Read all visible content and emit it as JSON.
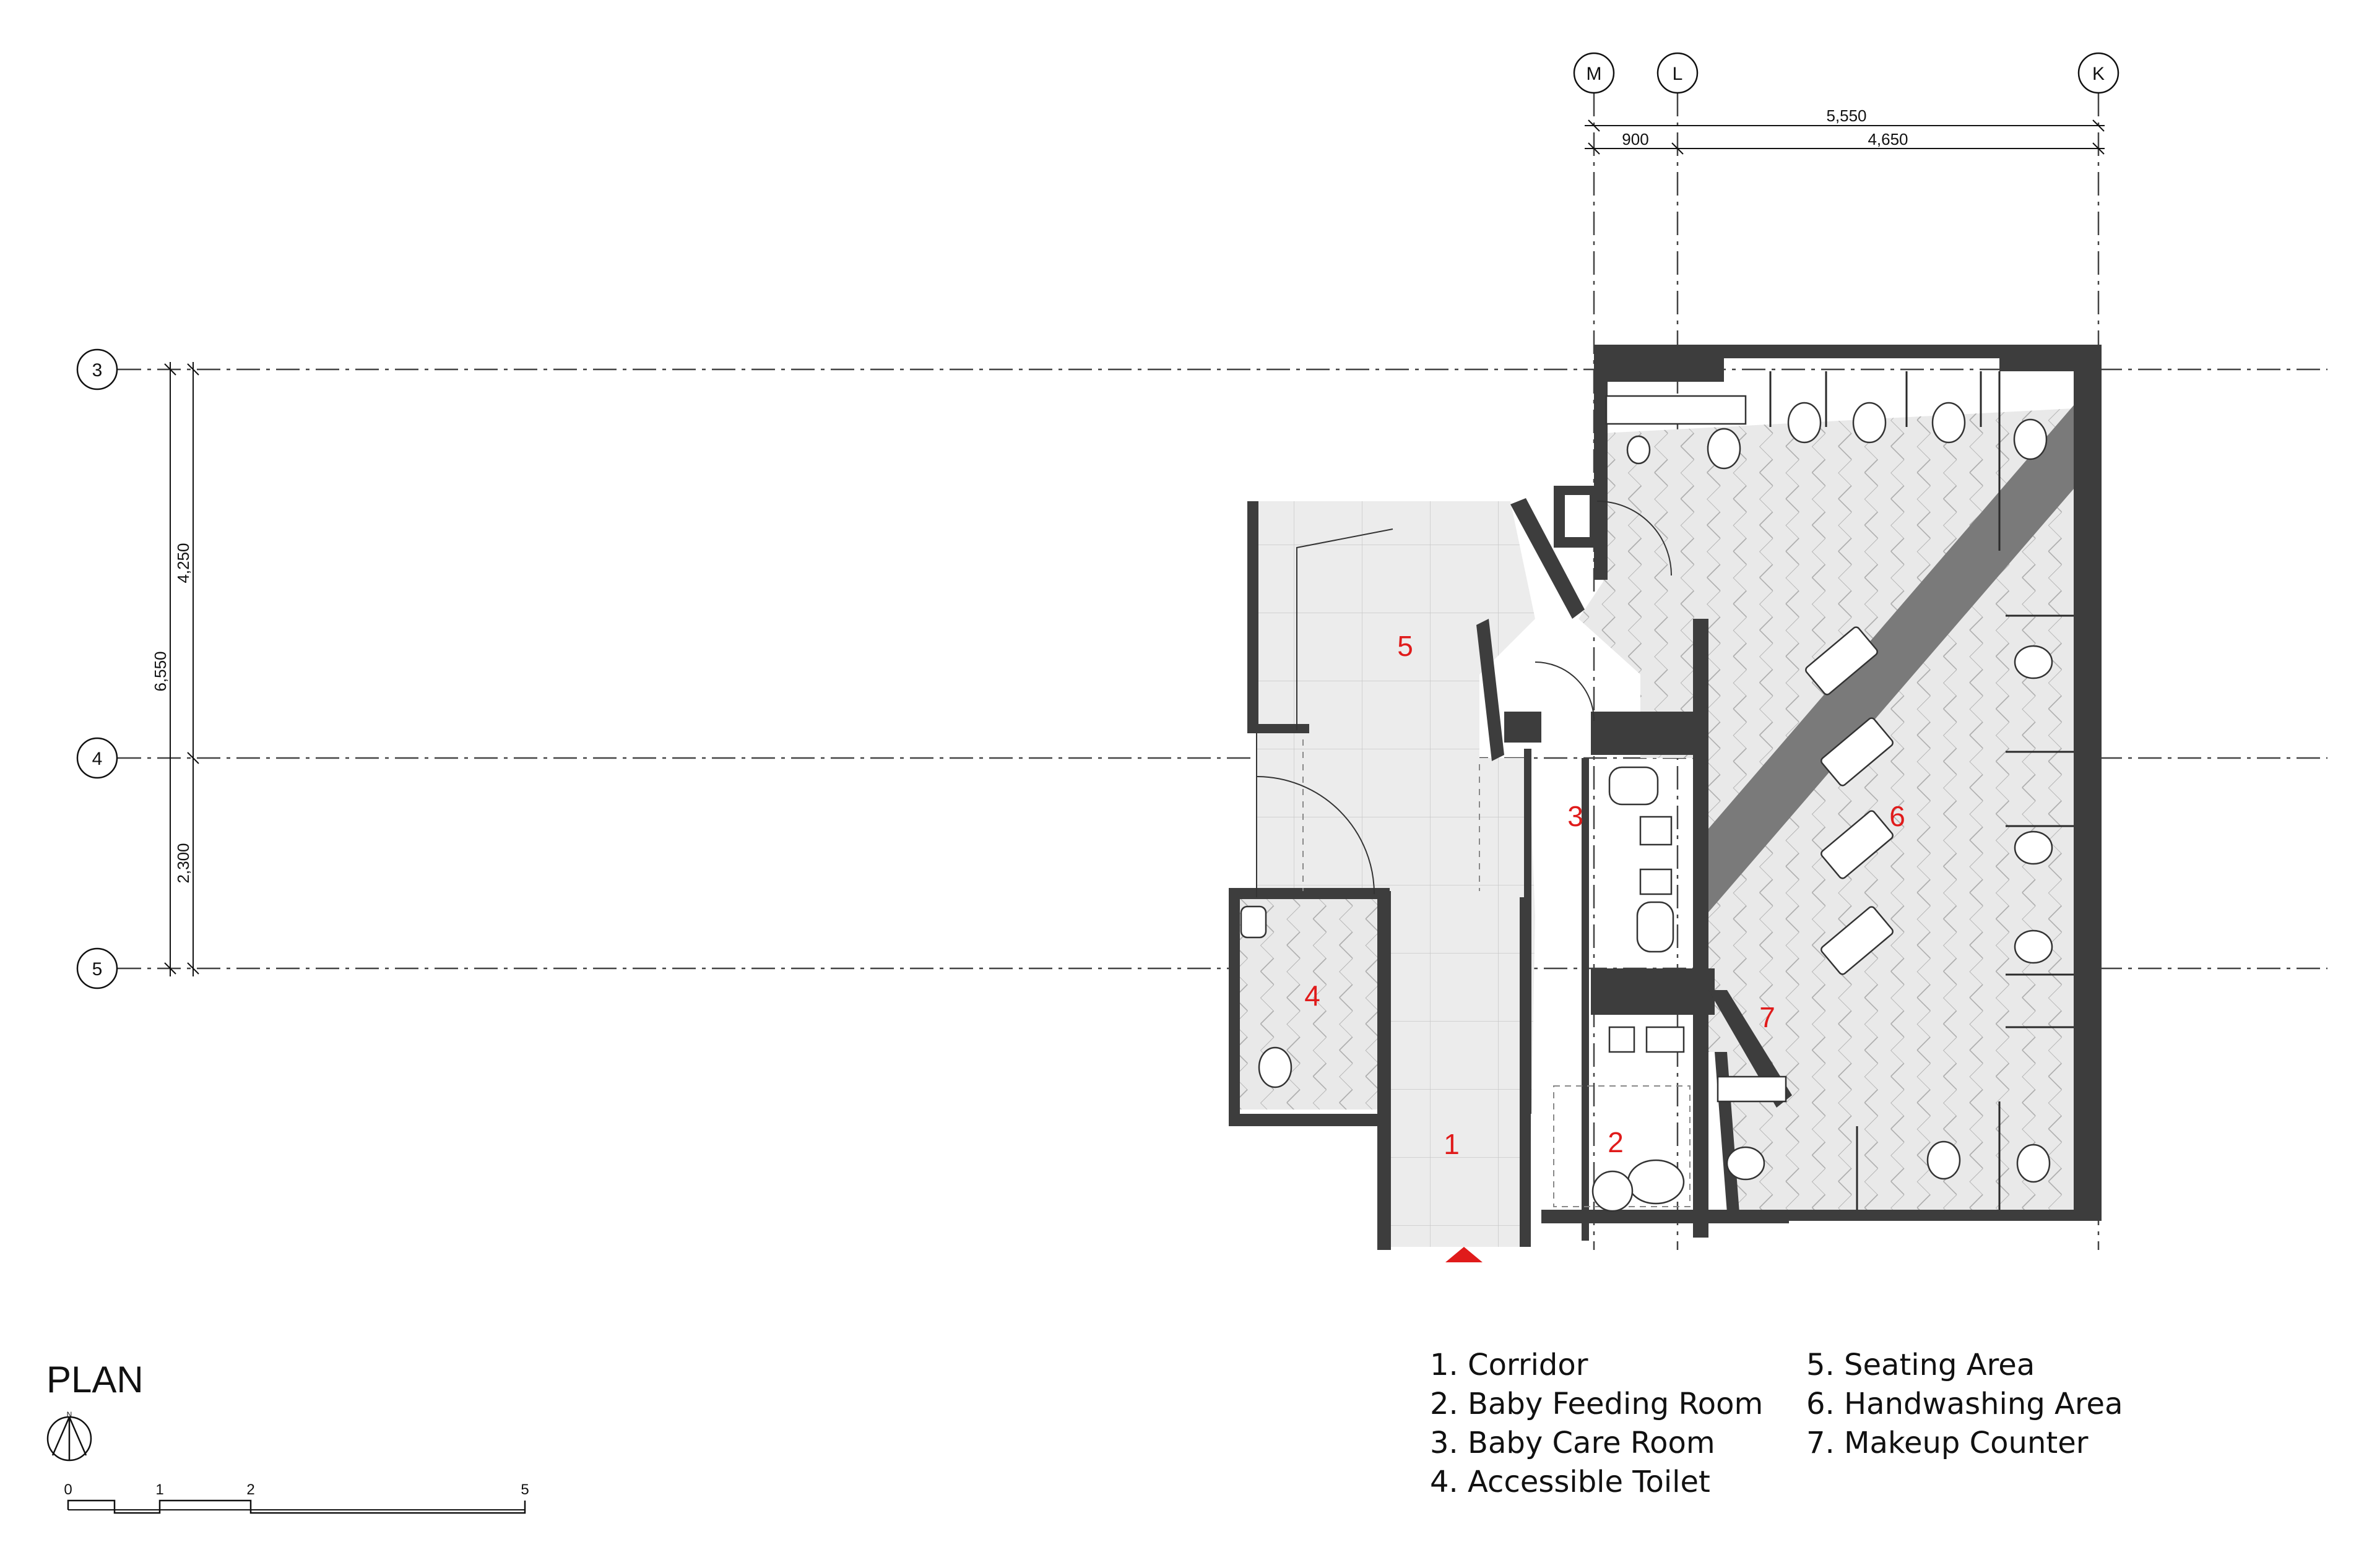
{
  "title": "PLAN",
  "north_label": "N",
  "grid_columns": [
    {
      "id": "M"
    },
    {
      "id": "L"
    },
    {
      "id": "K"
    }
  ],
  "grid_rows": [
    {
      "id": "3"
    },
    {
      "id": "4"
    },
    {
      "id": "5"
    }
  ],
  "dimensions": {
    "top_total": "5,550",
    "top_left": "900",
    "top_right": "4,650",
    "left_total": "6,550",
    "left_upper": "4,250",
    "left_lower": "2,300"
  },
  "rooms": [
    {
      "num": "1"
    },
    {
      "num": "2"
    },
    {
      "num": "3"
    },
    {
      "num": "4"
    },
    {
      "num": "5"
    },
    {
      "num": "6"
    },
    {
      "num": "7"
    }
  ],
  "legend": [
    {
      "text": "1. Corridor"
    },
    {
      "text": "2. Baby Feeding Room"
    },
    {
      "text": "3. Baby Care Room"
    },
    {
      "text": "4. Accessible Toilet"
    },
    {
      "text": "5. Seating Area"
    },
    {
      "text": "6. Handwashing Area"
    },
    {
      "text": "7. Makeup Counter"
    }
  ],
  "scale_bar": [
    "0",
    "1",
    "2",
    "5"
  ],
  "colors": {
    "room_number": "#e01b1b",
    "entrance_marker": "#e01b1b",
    "wall": "#3d3d3d",
    "floor": "#e6e6e6"
  }
}
